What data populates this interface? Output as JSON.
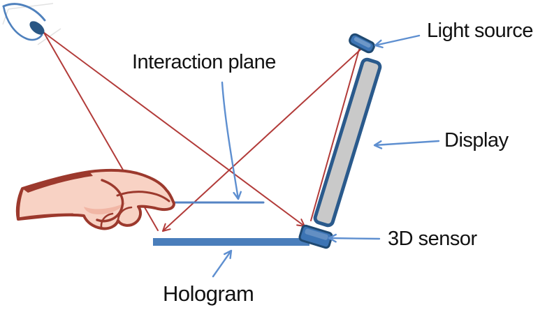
{
  "labels": {
    "interaction_plane": "Interaction plane",
    "light_source": "Light source",
    "display": "Display",
    "sensor_3d": "3D sensor",
    "hologram": "Hologram"
  },
  "scene": {
    "eye_icon": "eye-icon",
    "hand_icon": "pointing-hand-icon",
    "red_ray_count": 4,
    "blue_pointer_arrow_count": 5
  },
  "colors": {
    "background": "#ffffff",
    "label_text": "#111111",
    "ray_red": "#b23b39",
    "pointer_blue": "#5e8fd0",
    "shape_blue_fill": "#3c74b4",
    "shape_blue_border": "#1f4971",
    "display_fill": "#c9c9c9",
    "display_border": "#2a5a8c",
    "hologram_bar": "#4a7ebb",
    "interaction_plane_line": "#5584c4",
    "eye_outline": "#4f81bd",
    "eye_pupil": "#2a5784",
    "hand_outline": "#9c392d",
    "hand_skin": "#f8d2c4",
    "hand_shadow": "#efaf9d"
  }
}
